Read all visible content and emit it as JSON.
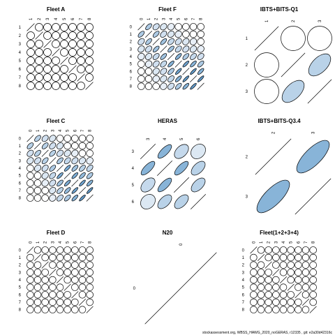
{
  "footer": "stockassessment.org, WBSS_HAWG_2020_noGERAS, r12335 , git: e2a30d42316c",
  "colors": {
    "low": "#f4f6fb",
    "mid": "#b9d2e8",
    "high": "#3f86c0",
    "edge": "#000000",
    "diagonal": "#000000"
  },
  "chart_data": [
    {
      "type": "correlation-ellipse",
      "title": "Fleet A",
      "labels": [
        "1",
        "2",
        "3",
        "4",
        "5",
        "6",
        "7",
        "8"
      ],
      "corr": [
        [
          1,
          0,
          0,
          0,
          0,
          0,
          0,
          0
        ],
        [
          0,
          1,
          0,
          0,
          0,
          0,
          0,
          0
        ],
        [
          0,
          0,
          1,
          0,
          0,
          0,
          0,
          0
        ],
        [
          0,
          0,
          0,
          1,
          0,
          0,
          0,
          0
        ],
        [
          0,
          0,
          0,
          0,
          1,
          0,
          0,
          0
        ],
        [
          0,
          0,
          0,
          0,
          0,
          1,
          0,
          0
        ],
        [
          0,
          0,
          0,
          0,
          0,
          0,
          1,
          0
        ],
        [
          0,
          0,
          0,
          0,
          0,
          0,
          0,
          1
        ]
      ]
    },
    {
      "type": "correlation-ellipse",
      "title": "Fleet F",
      "labels": [
        "0",
        "1",
        "2",
        "3",
        "4",
        "5",
        "6",
        "7",
        "8"
      ],
      "corr": [
        [
          1,
          0.55,
          0.3,
          0.2,
          0.1,
          0,
          0,
          0,
          0
        ],
        [
          0.55,
          1,
          0.55,
          0.3,
          0.2,
          0.1,
          0,
          0,
          0
        ],
        [
          0.3,
          0.55,
          1,
          0.6,
          0.4,
          0.3,
          0.2,
          0.1,
          0
        ],
        [
          0.2,
          0.3,
          0.6,
          1,
          0.6,
          0.4,
          0.3,
          0.2,
          0.1
        ],
        [
          0.1,
          0.2,
          0.4,
          0.6,
          1,
          0.7,
          0.55,
          0.4,
          0.3
        ],
        [
          0,
          0.1,
          0.3,
          0.4,
          0.7,
          1,
          0.8,
          0.7,
          0.55
        ],
        [
          0,
          0,
          0.2,
          0.3,
          0.55,
          0.8,
          1,
          0.85,
          0.7
        ],
        [
          0,
          0,
          0.1,
          0.2,
          0.4,
          0.7,
          0.85,
          1,
          0.85
        ],
        [
          0,
          0,
          0,
          0.1,
          0.3,
          0.55,
          0.7,
          0.85,
          1
        ]
      ]
    },
    {
      "type": "correlation-ellipse",
      "title": "IBTS+BITS-Q1",
      "labels": [
        "1",
        "2",
        "3"
      ],
      "corr": [
        [
          1,
          0,
          0
        ],
        [
          0,
          1,
          0.5
        ],
        [
          0,
          0.5,
          1
        ]
      ]
    },
    {
      "type": "correlation-ellipse",
      "title": "Fleet C",
      "labels": [
        "0",
        "1",
        "2",
        "3",
        "4",
        "5",
        "6",
        "7",
        "8"
      ],
      "corr": [
        [
          1,
          0.5,
          0.3,
          0.2,
          0,
          0,
          0,
          0,
          0
        ],
        [
          0.5,
          1,
          0.5,
          0.3,
          0.2,
          0,
          0,
          0,
          0
        ],
        [
          0.3,
          0.5,
          1,
          0.5,
          0.3,
          0.2,
          0.1,
          0,
          0
        ],
        [
          0.2,
          0.3,
          0.5,
          1,
          0.55,
          0.4,
          0.3,
          0.2,
          0.1
        ],
        [
          0,
          0.2,
          0.3,
          0.55,
          1,
          0.75,
          0.6,
          0.5,
          0.4
        ],
        [
          0,
          0,
          0.2,
          0.4,
          0.75,
          1,
          0.75,
          0.65,
          0.55
        ],
        [
          0,
          0,
          0.1,
          0.3,
          0.6,
          0.75,
          1,
          0.8,
          0.7
        ],
        [
          0,
          0,
          0,
          0.2,
          0.5,
          0.65,
          0.8,
          1,
          0.85
        ],
        [
          0,
          0,
          0,
          0.1,
          0.4,
          0.55,
          0.7,
          0.85,
          1
        ]
      ]
    },
    {
      "type": "correlation-ellipse",
      "title": "HERAS",
      "labels": [
        "3",
        "4",
        "5",
        "6"
      ],
      "corr": [
        [
          1,
          0.7,
          0.4,
          0.2
        ],
        [
          0.7,
          1,
          0.7,
          0.5
        ],
        [
          0.4,
          0.7,
          1,
          0.5
        ],
        [
          0.2,
          0.5,
          0.5,
          1
        ]
      ]
    },
    {
      "type": "correlation-ellipse",
      "title": "IBTS+BITS-Q3.4",
      "labels": [
        "2",
        "3"
      ],
      "corr": [
        [
          1,
          0.7
        ],
        [
          0.7,
          1
        ]
      ]
    },
    {
      "type": "correlation-ellipse",
      "title": "Fleet D",
      "labels": [
        "0",
        "1",
        "2",
        "3",
        "4",
        "5",
        "6",
        "7",
        "8"
      ],
      "corr": [
        [
          1,
          0,
          0,
          0,
          0,
          0,
          0,
          0,
          0
        ],
        [
          0,
          1,
          0,
          0,
          0,
          0,
          0,
          0,
          0
        ],
        [
          0,
          0,
          1,
          0,
          0,
          0,
          0,
          0,
          0
        ],
        [
          0,
          0,
          0,
          1,
          0,
          0,
          0,
          0,
          0
        ],
        [
          0,
          0,
          0,
          0,
          1,
          0,
          0,
          0,
          0
        ],
        [
          0,
          0,
          0,
          0,
          0,
          1,
          0,
          0,
          0
        ],
        [
          0,
          0,
          0,
          0,
          0,
          0,
          1,
          0,
          0
        ],
        [
          0,
          0,
          0,
          0,
          0,
          0,
          0,
          1,
          0
        ],
        [
          0,
          0,
          0,
          0,
          0,
          0,
          0,
          0,
          1
        ]
      ]
    },
    {
      "type": "correlation-ellipse",
      "title": "N20",
      "labels": [
        "0"
      ],
      "corr": [
        [
          1
        ]
      ]
    },
    {
      "type": "correlation-ellipse",
      "title": "Fleet(1+2+3+4)",
      "labels": [
        "0",
        "1",
        "2",
        "3",
        "4",
        "5",
        "6",
        "7",
        "8"
      ],
      "corr": [
        [
          1,
          0,
          0,
          0,
          0,
          0,
          0,
          0,
          0
        ],
        [
          0,
          1,
          0,
          0,
          0,
          0,
          0,
          0,
          0
        ],
        [
          0,
          0,
          1,
          0,
          0,
          0,
          0,
          0,
          0
        ],
        [
          0,
          0,
          0,
          1,
          0,
          0,
          0,
          0,
          0
        ],
        [
          0,
          0,
          0,
          0,
          1,
          0,
          0,
          0,
          0
        ],
        [
          0,
          0,
          0,
          0,
          0,
          1,
          0,
          0,
          0
        ],
        [
          0,
          0,
          0,
          0,
          0,
          0,
          1,
          0,
          0
        ],
        [
          0,
          0,
          0,
          0,
          0,
          0,
          0,
          1,
          0
        ],
        [
          0,
          0,
          0,
          0,
          0,
          0,
          0,
          0,
          1
        ]
      ]
    }
  ]
}
